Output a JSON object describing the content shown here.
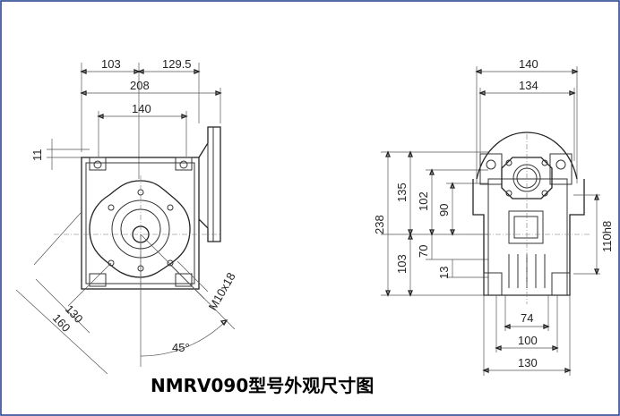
{
  "caption": "NMRV090型号外观尺寸图",
  "left_view": {
    "dims": {
      "top_a": "103",
      "top_b": "129.5",
      "top_total": "208",
      "mid": "140",
      "offset": "11",
      "diag_inner": "130",
      "diag_outer": "160",
      "thread": "M10x18",
      "angle": "45°"
    }
  },
  "right_view": {
    "dims": {
      "top_outer": "140",
      "top_inner": "134",
      "height_total": "238",
      "upper": "135",
      "lower": "103",
      "h102": "102",
      "h90": "90",
      "h70": "70",
      "h13": "13",
      "bore": "110h8",
      "base_74": "74",
      "base_100": "100",
      "base_130": "130"
    }
  },
  "colors": {
    "frame": "#1a3a8a",
    "line": "#333333",
    "text": "#222222"
  }
}
